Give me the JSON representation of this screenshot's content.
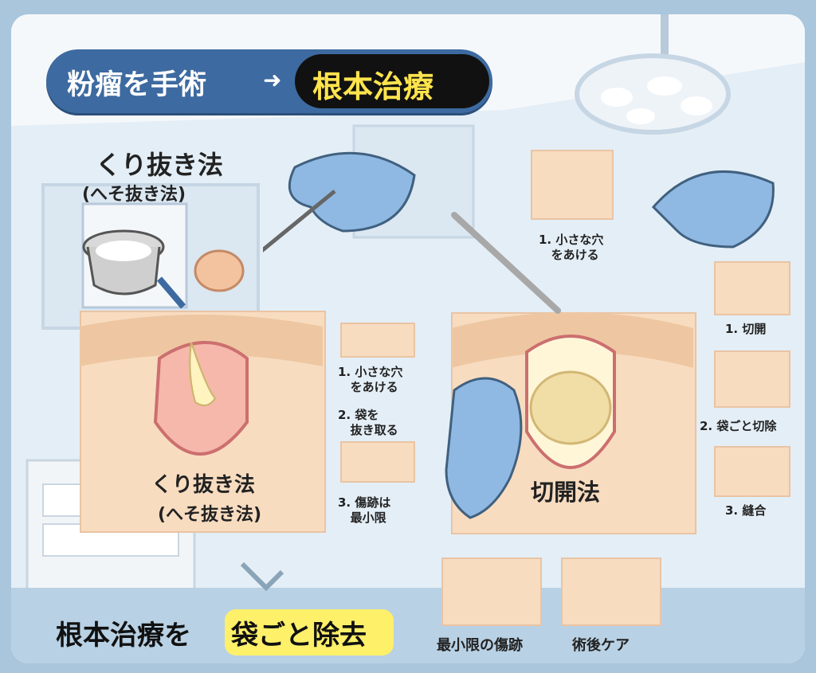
{
  "title": {
    "left": "粉瘤を手術",
    "arrow": "➜",
    "right": "根本治療"
  },
  "kurinuki": {
    "heading": "くり抜き法",
    "heading_sub": "(へそ抜き法)",
    "panel_label": "くり抜き法",
    "panel_label_sub": "(へそ抜き法)",
    "steps": [
      "1. 小さな穴\n   をあける",
      "2. 袋を\n   抜き取る",
      "3. 傷跡は\n   最小限"
    ]
  },
  "sekkai": {
    "panel_label": "切開法",
    "top_step": "1. 小さな穴\n   をあける",
    "steps": [
      "1. 切開",
      "2. 袋ごと切除",
      "3. 縫合"
    ]
  },
  "results": [
    "最小限の傷跡",
    "術後ケア"
  ],
  "bottom": {
    "prefix": "根本治療を",
    "highlight": "袋ごと除去"
  },
  "colors": {
    "title_blue": "#3d6aa0",
    "title_yellow": "#ffe44d",
    "skin": "#f8dcc0",
    "glove": "#8fb9e2",
    "highlight": "#fff06a"
  }
}
